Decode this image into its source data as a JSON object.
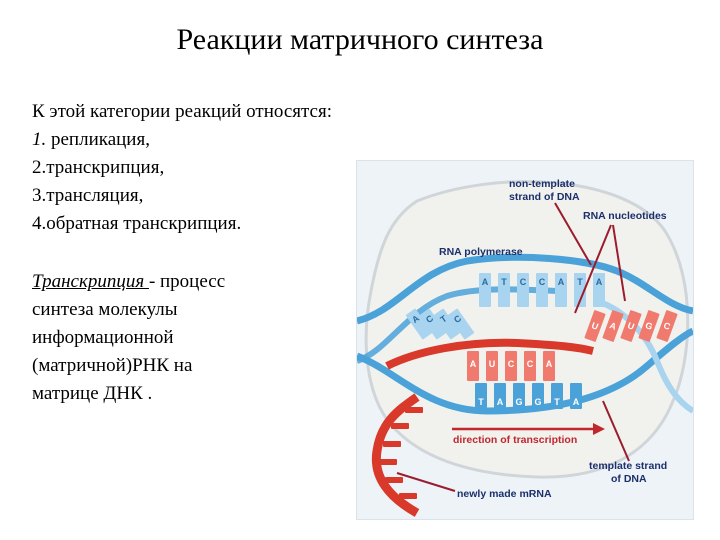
{
  "slide": {
    "title": "Реакции матричного синтеза",
    "intro": "К этой категории реакций относятся:",
    "list": [
      {
        "num": "1.",
        "text": " репликация,"
      },
      {
        "num": "2.",
        "text": "транскрипция,"
      },
      {
        "num": "3.",
        "text": "трансляция,"
      },
      {
        "num": "4.",
        "text": "обратная транскрипция."
      }
    ],
    "definition": {
      "term": "Транскрипция ",
      "rest": " - процесс",
      "lines": [
        "синтеза  молекулы",
        "информационной",
        "(матричной)РНК  на",
        "матрице ДНК ."
      ]
    }
  },
  "figure": {
    "labels": {
      "non_template_1": "non-template",
      "non_template_2": "strand of DNA",
      "rna_nucleotides": "RNA nucleotides",
      "rna_polymerase": "RNA polymerase",
      "direction": "direction of transcription",
      "template_1": "template strand",
      "template_2": "of DNA",
      "newly_made": "newly made mRNA"
    },
    "top_bases": [
      "A",
      "T",
      "C",
      "C",
      "A",
      "T",
      "A"
    ],
    "top_left_bases": [
      "A",
      "C",
      "T",
      "C"
    ],
    "mrna_bases": [
      "A",
      "U",
      "C",
      "C",
      "A"
    ],
    "bottom_bases": [
      "T",
      "A",
      "G",
      "G",
      "T",
      "A"
    ],
    "free_nucleotides": [
      "U",
      "A",
      "U",
      "G",
      "C"
    ],
    "colors": {
      "dna_blue": "#4aa2d9",
      "dna_light": "#a9d4ef",
      "mrna_red": "#d8392b",
      "label_blue": "#1b2f6b",
      "label_red": "#c1272d",
      "pointer": "#9b1c2c",
      "bubble": "#f2f2ee"
    }
  }
}
